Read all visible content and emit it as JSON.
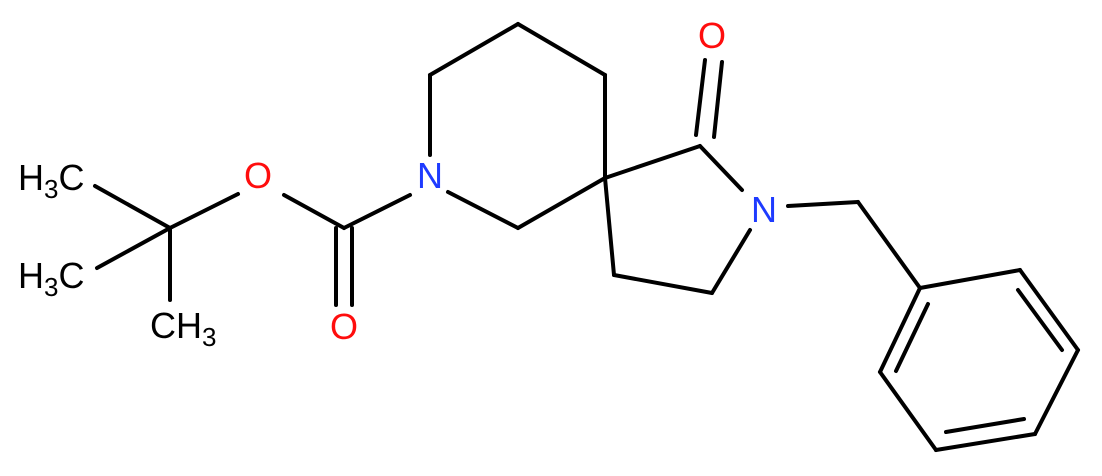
{
  "molecule": {
    "colors": {
      "bond": "#000000",
      "N": "#1e3bff",
      "O": "#ff0d0d",
      "C": "#000000"
    },
    "atoms": {
      "N7": "N",
      "N2": "N",
      "O_ester": "O",
      "O_carbonyl": "O",
      "O_lactam": "O",
      "CH3_a": {
        "el": "H",
        "sub": "3",
        "tail": "C"
      },
      "CH3_b": {
        "el": "H",
        "sub": "3",
        "tail": "C"
      },
      "CH3_c": {
        "el": "CH",
        "sub": "3"
      }
    }
  }
}
